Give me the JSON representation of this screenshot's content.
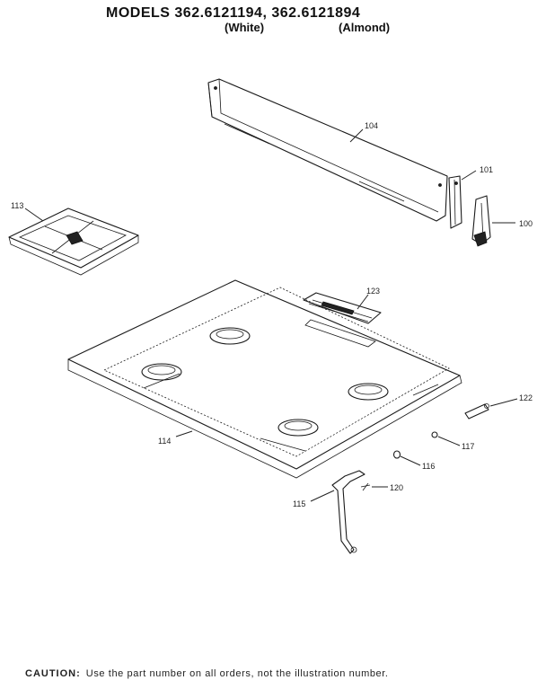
{
  "header": {
    "title": "MODELS 362.6121194, 362.6121894",
    "variant_white": "(White)",
    "variant_almond": "(Almond)"
  },
  "parts": {
    "p104": "104",
    "p101": "101",
    "p100": "100",
    "p113": "113",
    "p123": "123",
    "p122": "122",
    "p114": "114",
    "p117": "117",
    "p116": "116",
    "p120": "120",
    "p115": "115"
  },
  "footer": {
    "caution_label": "CAUTION:",
    "caution_text": "Use the part number on all orders, not the illustration number."
  }
}
